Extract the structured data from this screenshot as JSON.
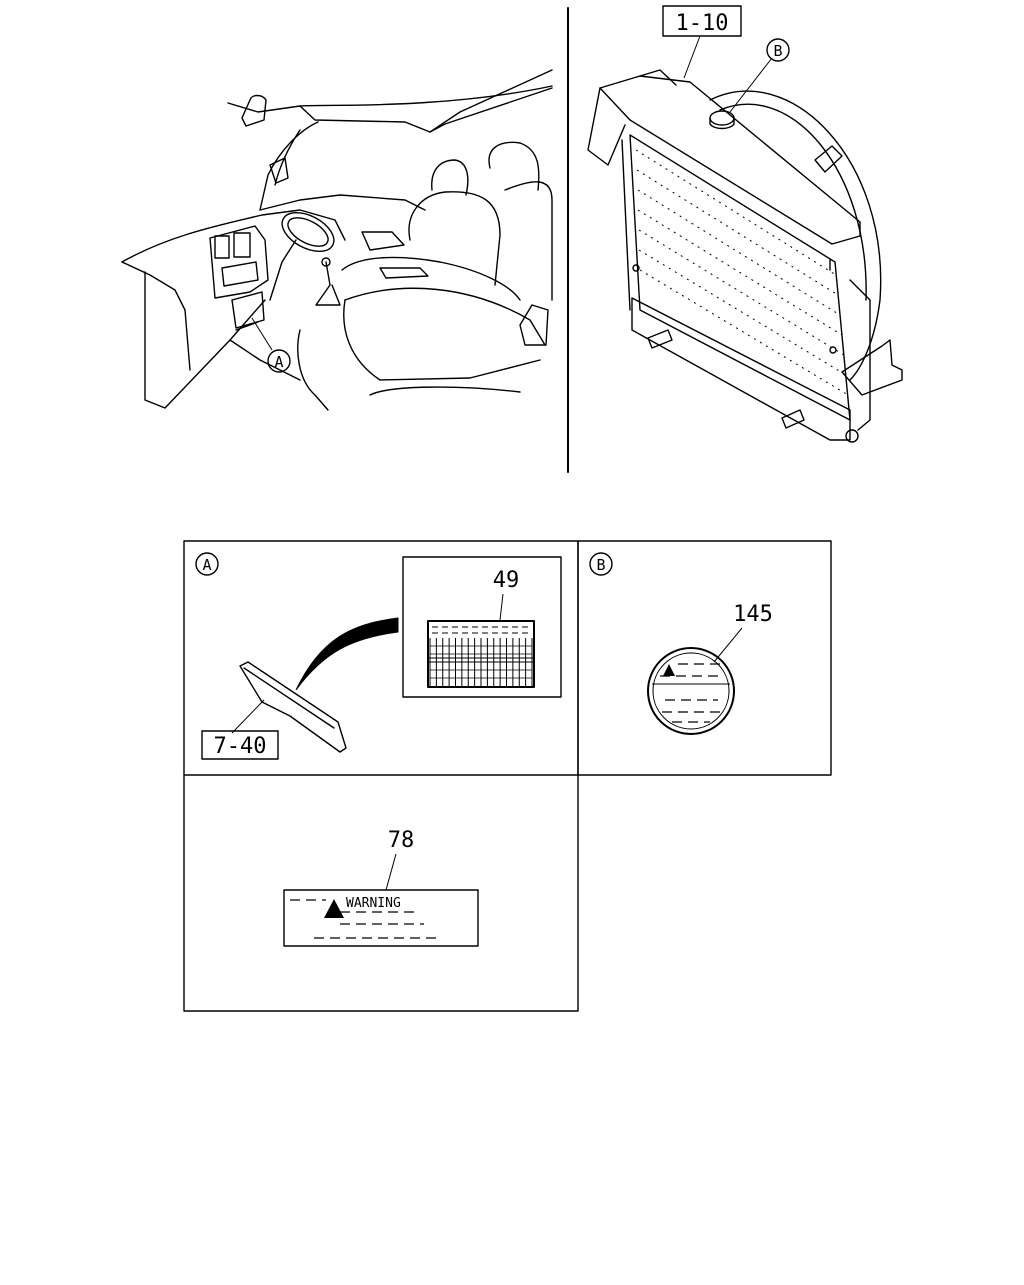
{
  "callouts": {
    "radiator_assembly_ref": "1-10",
    "cab_detail": "A",
    "radiator_detail": "B",
    "panel_a_letter": "A",
    "panel_b_letter": "B",
    "label_49": "49",
    "label_145": "145",
    "label_78": "78",
    "cover_ref": "7-40"
  },
  "warning_label": {
    "text": "WARNING"
  }
}
